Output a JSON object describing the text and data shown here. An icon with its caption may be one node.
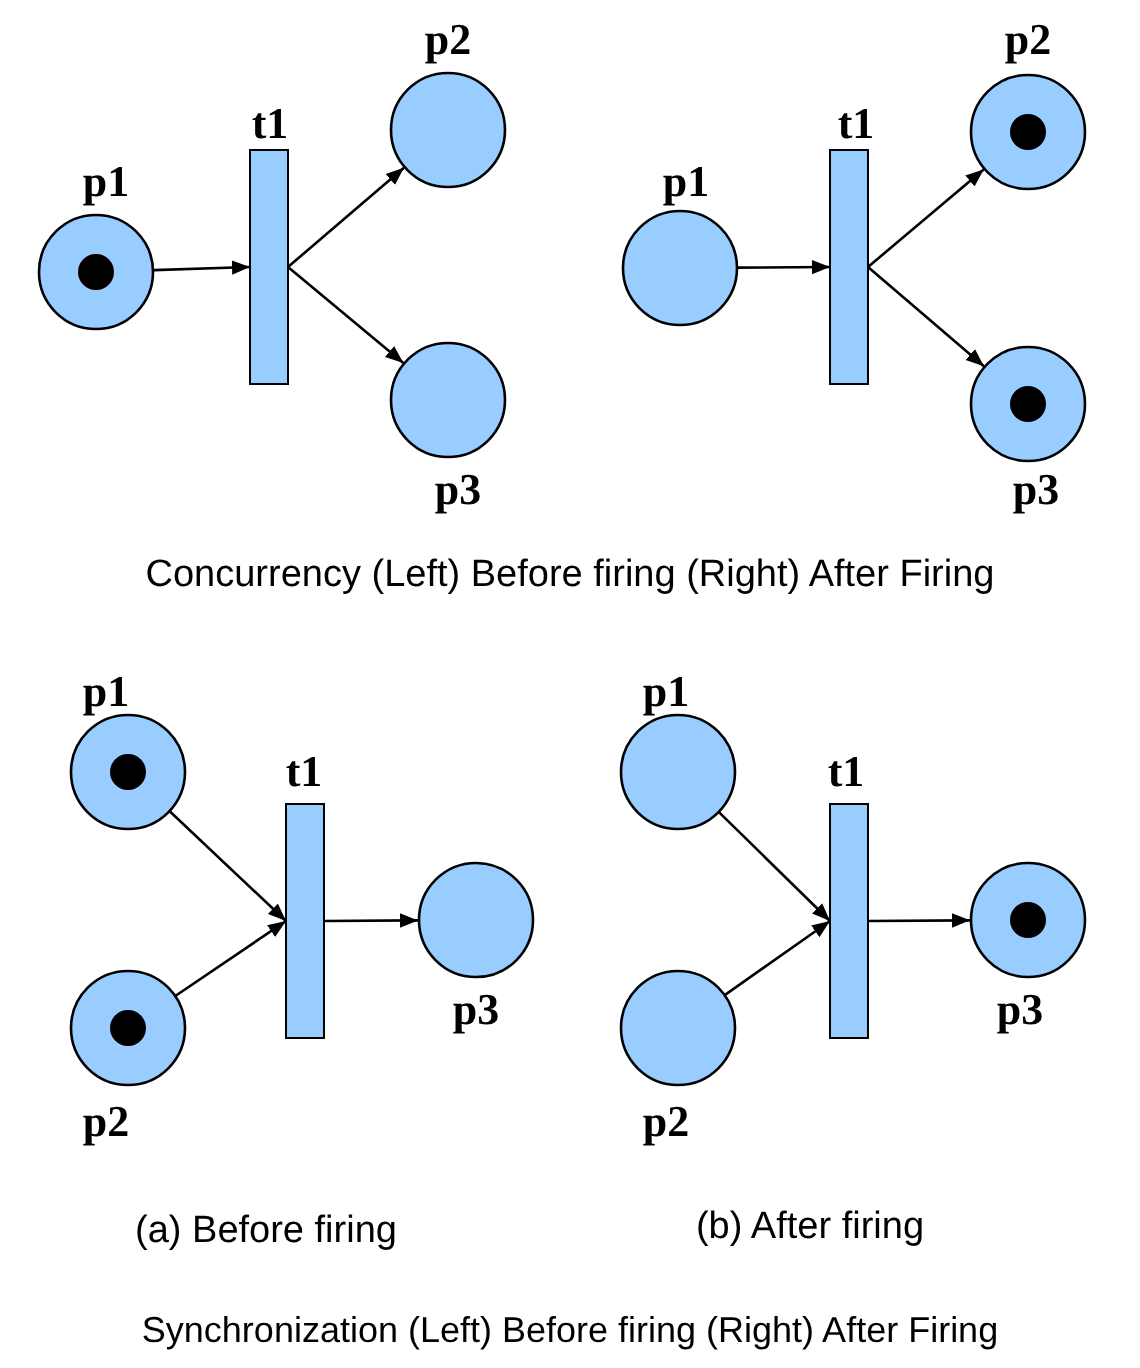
{
  "diagram": {
    "nodes": [
      {
        "text": [
          "p1"
        ]
      },
      {
        "text": [],
        "shape": "circle",
        "in": 0
      },
      {
        "text": [
          "t1"
        ]
      },
      {
        "text": [
          "p2"
        ]
      },
      {
        "text": [
          "p3"
        ]
      },
      {
        "text": [
          "p1"
        ]
      },
      {
        "text": [
          "t1"
        ]
      },
      {
        "text": [
          "p2"
        ]
      },
      {
        "text": [],
        "shape": "circle",
        "in": 7
      },
      {
        "text": [
          "p3"
        ]
      },
      {
        "text": [],
        "shape": "circle",
        "in": 9
      },
      {
        "text": [
          "p1"
        ]
      },
      {
        "text": [],
        "shape": "circle",
        "in": 11
      },
      {
        "text": [
          "p2"
        ]
      },
      {
        "text": [],
        "shape": "circle",
        "in": 13
      },
      {
        "text": [
          "t1"
        ]
      },
      {
        "text": [
          "p3"
        ]
      },
      {
        "text": [
          "p1"
        ]
      },
      {
        "text": [
          "p2"
        ]
      },
      {
        "text": [
          "t1"
        ]
      },
      {
        "text": [
          "p3"
        ]
      },
      {
        "text": [],
        "shape": "circle",
        "in": 20
      }
    ],
    "edges": [
      {
        "from": 0,
        "to": 2,
        "arrow": "to"
      },
      {
        "from": 2,
        "to": 3,
        "arrow": "to"
      },
      {
        "from": 2,
        "to": 4,
        "arrow": "to"
      },
      {
        "from": 5,
        "to": 6,
        "arrow": "to"
      },
      {
        "from": 6,
        "to": 7,
        "arrow": "to"
      },
      {
        "from": 6,
        "to": 9,
        "arrow": "to"
      },
      {
        "from": 11,
        "to": 15,
        "arrow": "to"
      },
      {
        "from": 13,
        "to": 15,
        "arrow": "to"
      },
      {
        "from": 15,
        "to": 16,
        "arrow": "to"
      },
      {
        "from": 17,
        "to": 19,
        "arrow": "to"
      },
      {
        "from": 18,
        "to": 19,
        "arrow": "to"
      },
      {
        "from": 19,
        "to": 20,
        "arrow": "to"
      }
    ],
    "labels": [
      "Concurrency (Left) Before firing (Right) After Firing",
      "(a) Before firing",
      "(b) After firing",
      "Synchronization (Left) Before firing (Right) After Firing"
    ]
  }
}
